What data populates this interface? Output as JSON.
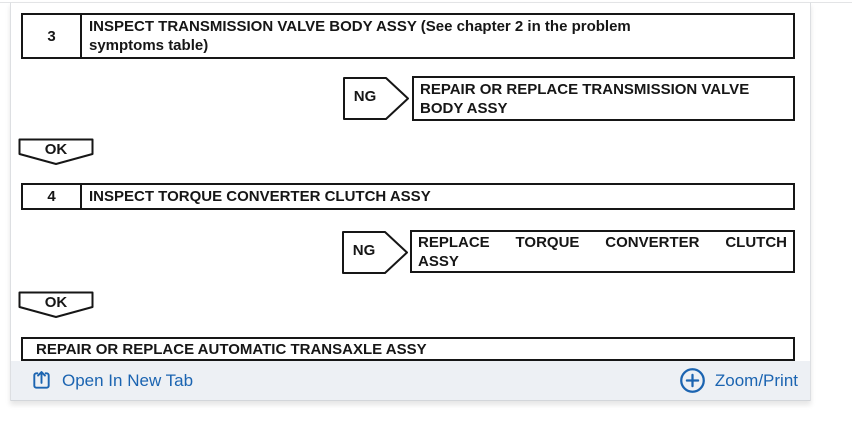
{
  "flowchart": {
    "steps": [
      {
        "number": "3",
        "title_lines": [
          "INSPECT TRANSMISSION VALVE BODY ASSY (See chapter 2 in the problem",
          "symptoms table)"
        ],
        "ng_label": "NG",
        "ng_result_lines": [
          "REPAIR OR REPLACE TRANSMISSION VALVE",
          "BODY ASSY"
        ],
        "ok_label": "OK"
      },
      {
        "number": "4",
        "title_lines": [
          "INSPECT TORQUE CONVERTER CLUTCH ASSY"
        ],
        "ng_label": "NG",
        "ng_result_lines": [
          "REPLACE TORQUE CONVERTER CLUTCH",
          "ASSY"
        ],
        "ok_label": "OK"
      }
    ],
    "final_action": "REPAIR OR REPLACE AUTOMATIC TRANSAXLE ASSY"
  },
  "footer": {
    "open_in_new_tab_label": "Open In New Tab",
    "zoom_print_label": "Zoom/Print"
  },
  "icons": {
    "open_in_new_tab": "box-arrow-up-icon",
    "zoom_print": "plus-circle-icon"
  },
  "colors": {
    "link_blue": "#1b64b1",
    "footer_background": "#edf0f4",
    "diagram_line": "#161616"
  }
}
